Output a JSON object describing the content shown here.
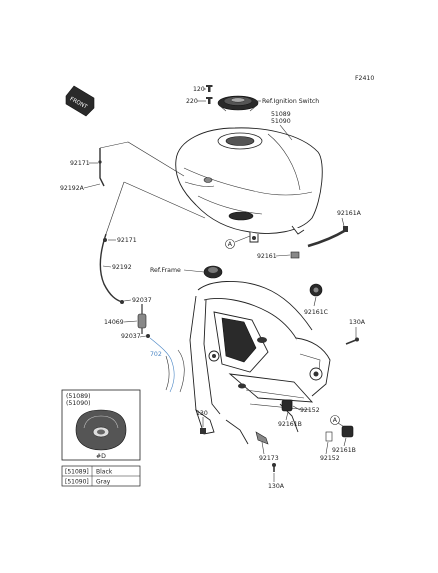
{
  "diagram": {
    "figure_code": "F2410",
    "front_label": "FRONT",
    "callouts": {
      "p120": "120",
      "p220": "220",
      "ref_ignition": "Ref.Ignition Switch",
      "p51089": "51089",
      "p51090": "51090",
      "p92171a": "92171",
      "p92192a": "92192A",
      "p92161a": "92161A",
      "circle_a_tank": "A",
      "p92171b": "92171",
      "p92161": "92161",
      "p92192": "92192",
      "ref_frame": "Ref.Frame",
      "p92037a": "92037",
      "p14069": "14069",
      "p92161c": "92161C",
      "p92037b": "92037",
      "p130a_top": "130A",
      "p702": "702",
      "p130": "130",
      "p92152a": "92152",
      "p92161b": "92161B",
      "circle_a_frame": "A",
      "p92161b2": "92161B",
      "p92173": "92173",
      "p92152b": "92152",
      "p130a_bot": "130A"
    },
    "inset": {
      "title_1": "(51089)",
      "title_2": "(51090)",
      "marker": "#D"
    },
    "color_table": [
      {
        "part": "[51089]",
        "color": "Black"
      },
      {
        "part": "[51090]",
        "color": "Gray"
      }
    ]
  }
}
